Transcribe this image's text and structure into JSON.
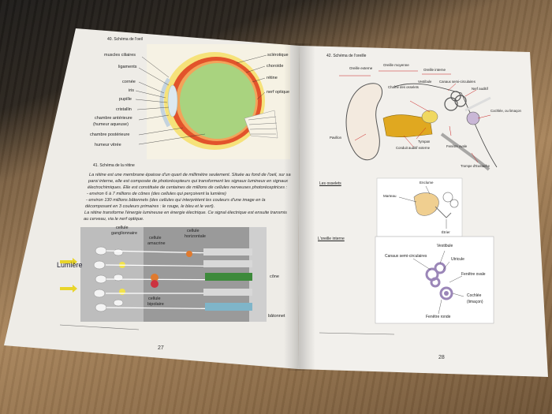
{
  "left": {
    "eye_title": "40. Schéma de l'oeil",
    "eye_labels_left": [
      "muscles ciliaires",
      "ligaments",
      "cornée",
      "iris",
      "pupille",
      "cristallin",
      "chambre antérieure",
      "(humeur aqueuse)",
      "chambre postérieure",
      "humeur vitrée"
    ],
    "eye_labels_right": [
      "sclérotique",
      "choroïde",
      "rétine",
      "nerf optique"
    ],
    "retina_title": "41. Schéma de la rétine",
    "paragraph": [
      "La rétine est une membrane épaisse d'un quart de millimètre seulement. Située au fond de l'oeil, sur sa",
      "paroi interne, elle est composée de photorécepteurs qui transforment les signaux lumineux en signaux",
      "électrochimiques. Elle est constituée de centaines de millions de cellules nerveuses photoréceptrices :",
      "- environ 6 à 7 millions de cônes (des cellules qui perçoivent la lumière)",
      "- environ 130 millions bâtonnets (des cellules qui interprètent les couleurs d'une image en la",
      "décomposant en 3 couleurs primaires : le rouge, le bleu et le vert).",
      "La rétine transforme l'énergie lumineuse en énergie électrique. Ce signal électrique est ensuite transmis",
      "au cerveau, via le nerf optique."
    ],
    "retina_labels": {
      "lumiere": "Lumière",
      "ganglionnaire": [
        "cellule",
        "ganglionnaire"
      ],
      "amacrine": [
        "cellule",
        "amacrine"
      ],
      "horizontale": [
        "cellule",
        "horizontale"
      ],
      "bipolaire": [
        "cellule",
        "bipolaire"
      ],
      "cone": "cône",
      "batonnet": "bâtonnet"
    },
    "page_number": "27"
  },
  "right": {
    "ear_title": "42. Schéma de l'oreille",
    "ear_group_labels": [
      "Oreille externe",
      "Oreille moyenne",
      "Oreille interne"
    ],
    "ear_labels": [
      "Vestibule",
      "Canaux semi-circulaires",
      "Nerf auditif",
      "Chaîne des osselets",
      "Cochlée, ou limaçon",
      "Pavillon",
      "Tympan",
      "Conduit auditif externe",
      "Fenêtre ovale",
      "Trompe d'Eustache"
    ],
    "osselets_title": "Les osselets",
    "osselets_labels": [
      "Enclume",
      "Marteau",
      "Étrier"
    ],
    "inner_title": "L'oreille interne",
    "inner_labels": [
      "Vestibule",
      "Canaux semi-circulaires",
      "Utricule",
      "Fenêtre ovale",
      "Cochlée",
      "(limaçon)",
      "Fenêtre ronde"
    ],
    "page_number": "28"
  },
  "colors": {
    "sclera_yellow": "#f6e27a",
    "choroid_red": "#e2532b",
    "vitreous_green": "#a9d37f",
    "ear_canal": "#e0a820"
  }
}
